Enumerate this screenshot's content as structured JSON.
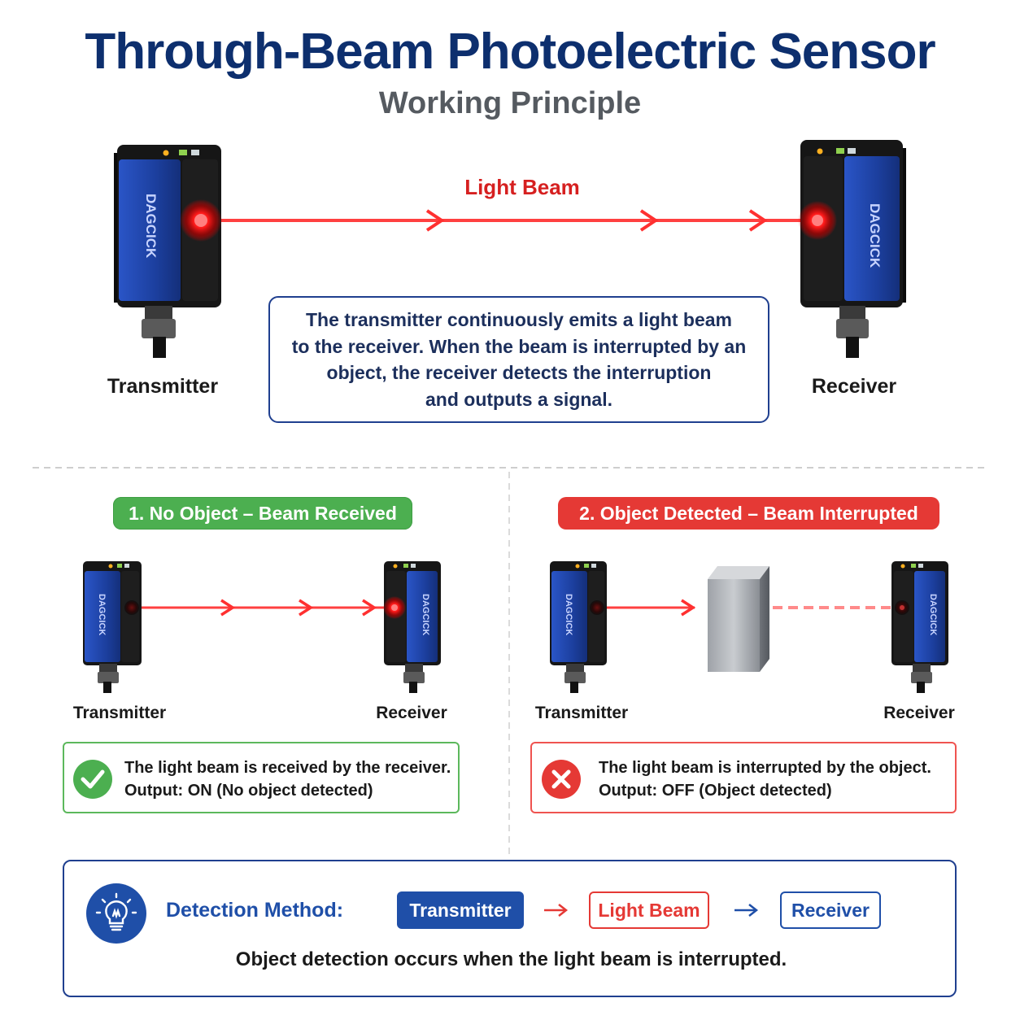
{
  "header": {
    "title": "Through-Beam Photoelectric Sensor",
    "subtitle": "Working Principle"
  },
  "overview": {
    "beam_label": "Light Beam",
    "transmitter_label": "Transmitter",
    "receiver_label": "Receiver",
    "description_lines": [
      "The transmitter continuously emits a light beam",
      "to the receiver. When the beam is interrupted by an",
      "object, the receiver detects the interruption",
      "and outputs a signal."
    ]
  },
  "sensor_brand": "DAGCICK",
  "scenarios": [
    {
      "heading": "1. No Object – Beam Received",
      "transmitter_label": "Transmitter",
      "receiver_label": "Receiver",
      "status_lines": [
        "The light beam is received by the receiver.",
        "Output: ON (No object detected)"
      ],
      "status_icon": "check-circle-icon",
      "color": "#4caf50"
    },
    {
      "heading": "2. Object Detected – Beam Interrupted",
      "transmitter_label": "Transmitter",
      "receiver_label": "Receiver",
      "status_lines": [
        "The light beam is interrupted by the object.",
        "Output: OFF (Object detected)"
      ],
      "status_icon": "x-circle-icon",
      "color": "#e53935"
    }
  ],
  "method": {
    "icon": "lightbulb-icon",
    "title": "Detection Method:",
    "steps": [
      "Transmitter",
      "Light Beam",
      "Receiver"
    ],
    "note": "Object detection occurs when the light beam is interrupted."
  },
  "colors": {
    "navy": "#0d2f6e",
    "sensor_blue": "#1f43a8",
    "beam_red": "#ff3b3b",
    "green": "#4caf50",
    "red": "#e53935"
  }
}
